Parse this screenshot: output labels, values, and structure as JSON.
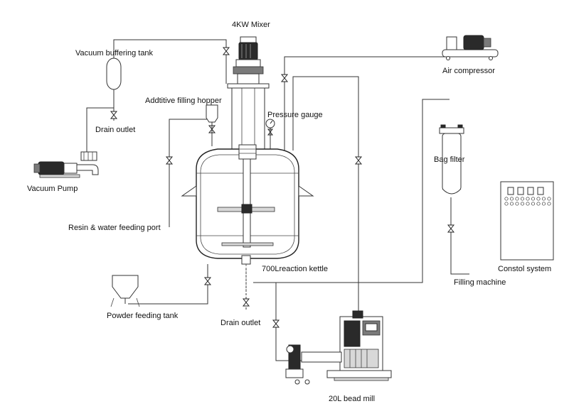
{
  "labels": {
    "mixer": "4KW Mixer",
    "vacuum_buffering_tank": "Vacuum buffering tank",
    "air_compressor": "Air compressor",
    "additive_filling_hopper": "Addtitive filling hopper",
    "pressure_gauge": "Pressure gauge",
    "drain_outlet_top": "Drain outlet",
    "vacuum_pump": "Vacuum Pump",
    "bag_filter": "Bag filter",
    "resin_water_port": "Resin & water feeding port",
    "reaction_kettle": "700Lreaction kettle",
    "control_system": "Constol system",
    "filling_machine": "Filling machine",
    "powder_feeding_tank": "Powder feeding tank",
    "drain_outlet_bottom": "Drain outlet",
    "bead_mill": "20L bead mill"
  }
}
